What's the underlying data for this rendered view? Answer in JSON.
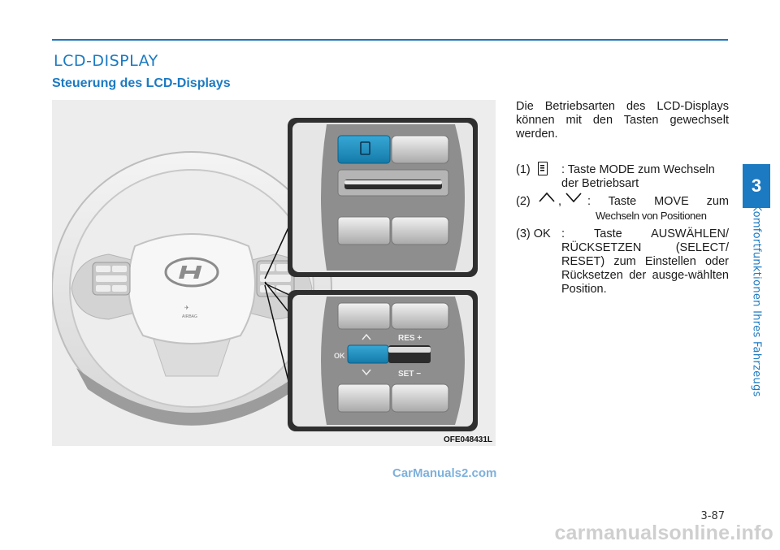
{
  "header": {
    "section_title": "LCD-DISPLAY",
    "subtitle": "Steuerung des LCD-Displays"
  },
  "figure": {
    "code": "OFE048431L",
    "labels": {
      "res": "RES +",
      "set": "SET −",
      "ok": "OK"
    }
  },
  "intro": "Die Betriebsarten des LCD-Displays können mit den Tasten gewechselt werden.",
  "items": [
    {
      "num": "(1)",
      "icon": "mode-icon",
      "text": ": Taste MODE zum Wechseln der Betriebsart"
    },
    {
      "num": "(2)",
      "icon": "chevron-up-down-icons",
      "sep": ",",
      "text_a": ": Taste MOVE zum",
      "text_b": "Wechseln von Positionen"
    },
    {
      "num": "(3) OK",
      "text": ": Taste AUSWÄHLEN/ RÜCKSETZEN (SELECT/ RESET) zum Einstellen oder Rücksetzen der ausge-wählten Position."
    }
  ],
  "side": {
    "chapter": "3",
    "label": "Komfortfunktionen Ihres Fahrzeugs"
  },
  "page_number": "3-87",
  "watermarks": {
    "top": "CarManuals2.com",
    "bottom": "carmanualsonline.info"
  },
  "colors": {
    "accent": "#1b7ac2",
    "highlight_button": "#1e8fc0"
  }
}
